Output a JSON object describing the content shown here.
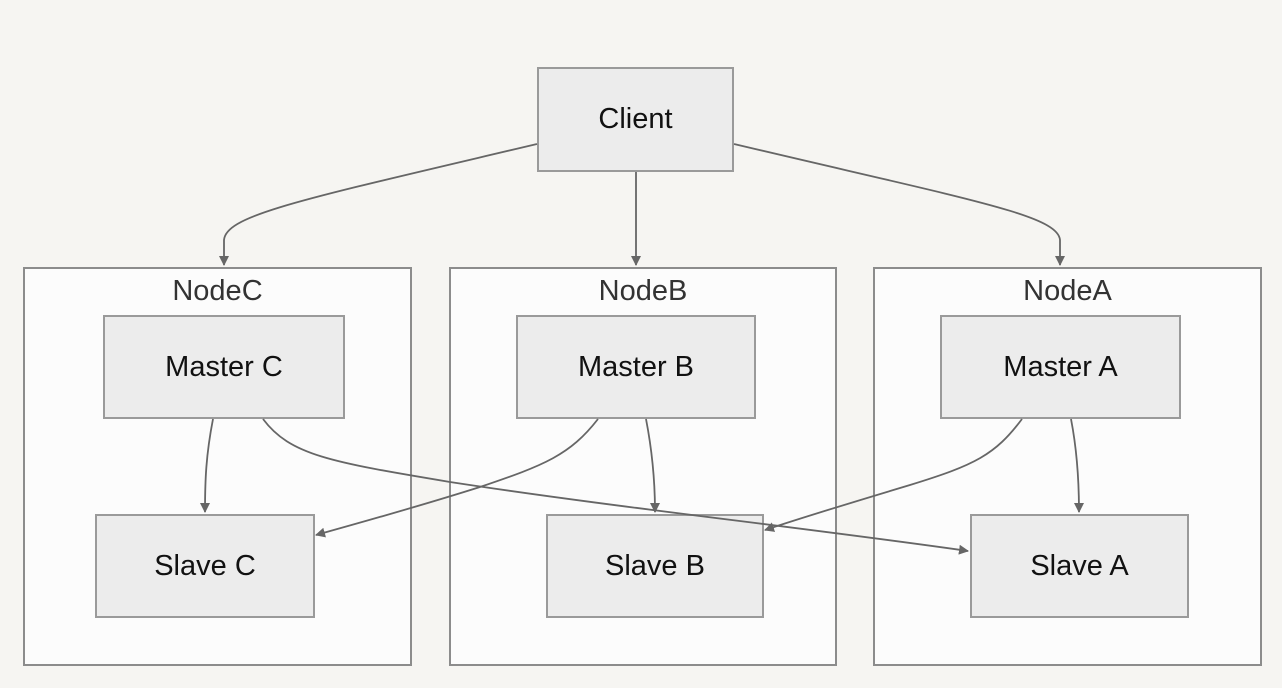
{
  "diagram": {
    "client": {
      "label": "Client"
    },
    "clusters": {
      "nodec": {
        "label": "NodeC"
      },
      "nodeb": {
        "label": "NodeB"
      },
      "nodea": {
        "label": "NodeA"
      }
    },
    "nodes": {
      "master_c": {
        "label": "Master C"
      },
      "slave_c": {
        "label": "Slave C"
      },
      "master_b": {
        "label": "Master B"
      },
      "slave_b": {
        "label": "Slave B"
      },
      "master_a": {
        "label": "Master A"
      },
      "slave_a": {
        "label": "Slave A"
      }
    },
    "edges": [
      {
        "from": "Client",
        "to": "Master C"
      },
      {
        "from": "Client",
        "to": "Master B"
      },
      {
        "from": "Client",
        "to": "Master A"
      },
      {
        "from": "Master C",
        "to": "Slave C"
      },
      {
        "from": "Master C",
        "to": "Slave A"
      },
      {
        "from": "Master B",
        "to": "Slave C"
      },
      {
        "from": "Master B",
        "to": "Slave B"
      },
      {
        "from": "Master A",
        "to": "Slave B"
      },
      {
        "from": "Master A",
        "to": "Slave A"
      }
    ],
    "colors": {
      "background": "#f6f5f2",
      "node_fill": "#ececec",
      "node_border": "#9a9a9a",
      "cluster_fill": "#fcfcfc",
      "cluster_border": "#8c8c8c",
      "edge": "#666666"
    }
  }
}
